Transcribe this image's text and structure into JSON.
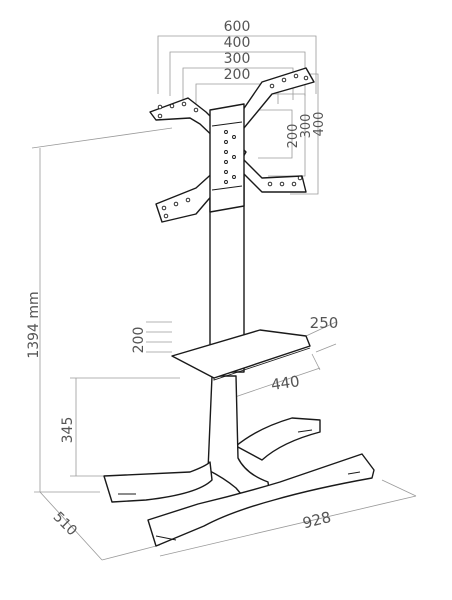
{
  "dimensions": {
    "vesa_width_600": "600",
    "vesa_width_400": "400",
    "vesa_width_300": "300",
    "vesa_width_200": "200",
    "vesa_height_200": "200",
    "vesa_height_300": "300",
    "vesa_height_400": "400",
    "total_height": "1394 mm",
    "shelf_spacing": "200",
    "shelf_depth": "250",
    "shelf_width": "440",
    "shelf_height": "345",
    "base_depth": "510",
    "base_width": "928"
  }
}
